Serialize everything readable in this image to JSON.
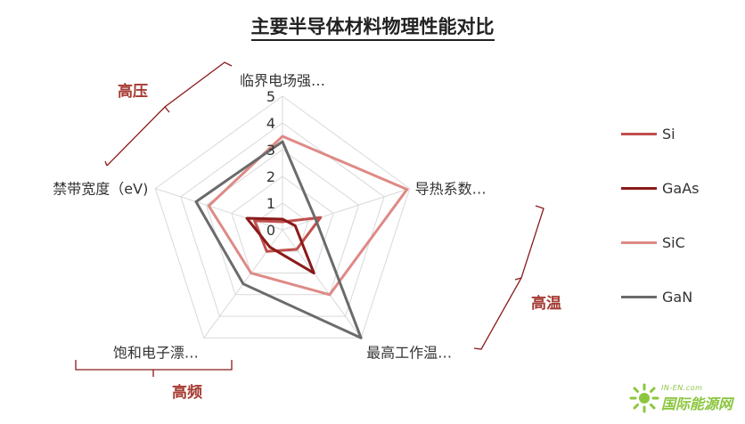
{
  "title": "主要半导体材料物理性能对比",
  "chart_data": {
    "type": "radar",
    "axes": [
      "临界电场强…",
      "导热系数…",
      "最高工作温…",
      "饱和电子漂…",
      "禁带宽度（eV)"
    ],
    "rlim": [
      0,
      5
    ],
    "ticks": [
      "0",
      "1",
      "2",
      "3",
      "4",
      "5"
    ],
    "grid": true,
    "legend_position": "right",
    "series": [
      {
        "name": "Si",
        "color": "#c0504d",
        "values": [
          0.3,
          1.5,
          0.9,
          1.0,
          1.1
        ]
      },
      {
        "name": "GaAs",
        "color": "#8b1a1a",
        "values": [
          0.4,
          0.5,
          2.0,
          0.8,
          1.4
        ]
      },
      {
        "name": "SiC",
        "color": "#de8a86",
        "values": [
          3.5,
          4.9,
          3.0,
          2.0,
          2.9
        ]
      },
      {
        "name": "GaN",
        "color": "#6b6b6b",
        "values": [
          3.3,
          1.3,
          5.0,
          2.5,
          3.4
        ]
      }
    ]
  },
  "annotations": {
    "high_voltage": "高压",
    "high_temperature": "高温",
    "high_frequency": "高频",
    "brace_color": "#8b1a1a"
  },
  "watermark": {
    "small": "IN-EN.com",
    "main": "国际能源网"
  }
}
